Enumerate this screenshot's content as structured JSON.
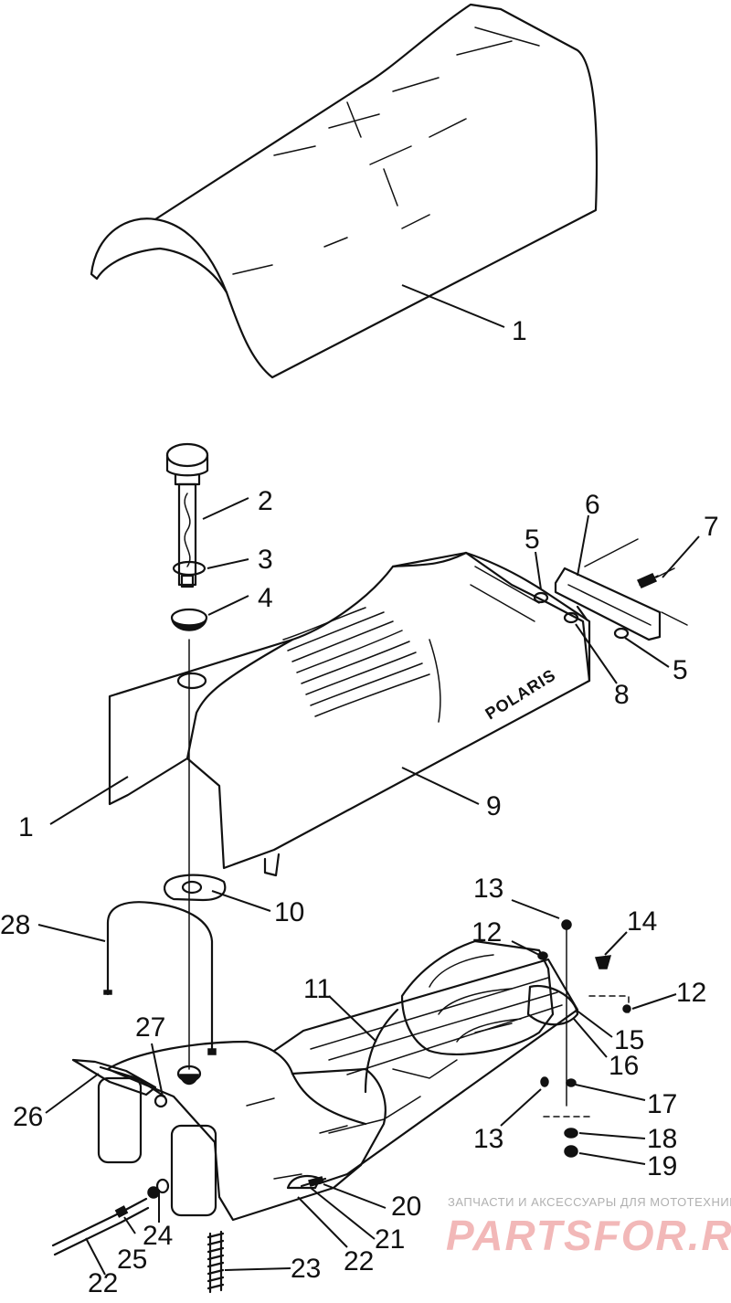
{
  "diagram": {
    "callouts": [
      "1",
      "2",
      "3",
      "4",
      "5",
      "6",
      "7",
      "5",
      "8",
      "1",
      "9",
      "10",
      "13",
      "12",
      "14",
      "28",
      "11",
      "12",
      "27",
      "15",
      "16",
      "26",
      "17",
      "13",
      "18",
      "19",
      "20",
      "21",
      "24",
      "25",
      "22",
      "22",
      "23"
    ],
    "brand_text": "POLARIS"
  },
  "watermark": {
    "caption": "ЗАПЧАСТИ И АКСЕССУАРЫ ДЛЯ МОТОТЕХНИКИ",
    "logo": "PARTSFOR.RU"
  }
}
